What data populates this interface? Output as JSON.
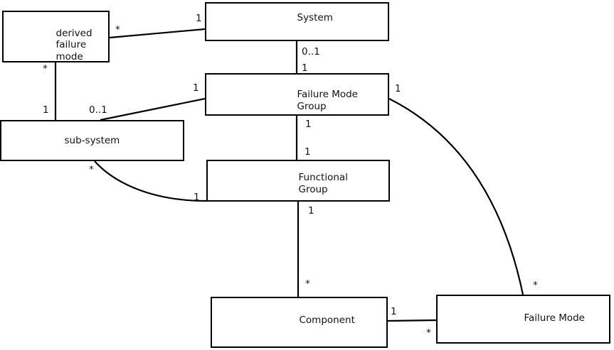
{
  "diagram": {
    "type": "uml-entity-relationship-diagram",
    "background_color": "#ffffff",
    "line_color": "#000000",
    "text_color": "#111111",
    "entities": {
      "derived_failure_mode": {
        "lines": [
          "derived",
          "failure",
          "mode"
        ]
      },
      "system": {
        "lines": [
          "System"
        ]
      },
      "failure_mode_group": {
        "lines": [
          "Failure Mode",
          "Group"
        ]
      },
      "sub_system": {
        "lines": [
          "sub-system"
        ]
      },
      "functional_group": {
        "lines": [
          "Functional",
          "Group"
        ]
      },
      "component": {
        "lines": [
          "Component"
        ]
      },
      "failure_mode": {
        "lines": [
          "Failure Mode"
        ]
      }
    },
    "connections": [
      {
        "from": "derived failure mode",
        "to": "System",
        "from_multiplicity": "*",
        "to_multiplicity": "1"
      },
      {
        "from": "derived failure mode",
        "to": "sub-system",
        "from_multiplicity": "*",
        "to_multiplicity": "1"
      },
      {
        "from": "System",
        "to": "Failure Mode Group",
        "from_multiplicity": "0..1",
        "to_multiplicity": "1"
      },
      {
        "from": "sub-system",
        "to": "Failure Mode Group",
        "from_multiplicity": "0..1",
        "to_multiplicity": "1"
      },
      {
        "from": "Failure Mode Group",
        "to": "Functional Group",
        "from_multiplicity": "1",
        "to_multiplicity": "1"
      },
      {
        "from": "sub-system",
        "to": "Functional Group",
        "from_multiplicity": "*",
        "to_multiplicity": "1"
      },
      {
        "from": "Functional Group",
        "to": "Component",
        "from_multiplicity": "1",
        "to_multiplicity": "*"
      },
      {
        "from": "Component",
        "to": "Failure Mode",
        "from_multiplicity": "1",
        "to_multiplicity": "*"
      },
      {
        "from": "Failure Mode Group",
        "to": "Failure Mode",
        "from_multiplicity": "1",
        "to_multiplicity": "*"
      }
    ]
  }
}
